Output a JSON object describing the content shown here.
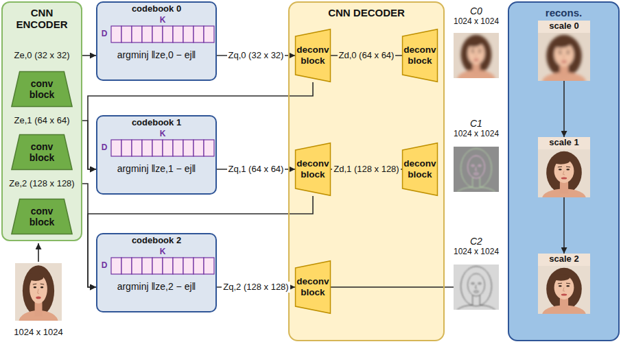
{
  "diagram": {
    "nodes": [
      {
        "text": [
          "CNN ENCODER",
          "Ze,0 (32 x 32)",
          "Ze,1 (64 x 64)",
          "Ze,2 (128 x 128)"
        ]
      },
      {
        "text": [
          "conv block"
        ],
        "in": 0
      },
      {
        "text": [
          "conv block"
        ],
        "in": 0
      },
      {
        "text": [
          "conv block"
        ],
        "in": 0
      },
      {
        "text": [
          "codebook 0",
          "K",
          "D",
          "argminj ‖ze,0 − ej‖"
        ]
      },
      {
        "text": [
          "codebook 1",
          "K",
          "D",
          "argminj ‖ze,1 − ej‖"
        ]
      },
      {
        "text": [
          "codebook 2",
          "K",
          "D",
          "argminj ‖ze,2 − ej‖"
        ]
      },
      {
        "text": [
          "CNN DECODER"
        ]
      },
      {
        "text": [
          "deconv block"
        ],
        "in": 7
      },
      {
        "text": [
          "deconv block"
        ],
        "in": 7
      },
      {
        "text": [
          "deconv block"
        ],
        "in": 7
      },
      {
        "text": [
          "deconv block"
        ],
        "in": 7
      },
      {
        "text": [
          "deconv block"
        ],
        "in": 7
      },
      {
        "text": [
          "recons."
        ]
      },
      {
        "text": [
          "scale 0"
        ],
        "in": 13
      },
      {
        "text": [
          "scale 1"
        ],
        "in": 13
      },
      {
        "text": [
          "scale 2"
        ],
        "in": 13
      }
    ],
    "edges": [
      {
        "from": 0,
        "to": 4,
        "arrow": "to"
      },
      {
        "from": 4,
        "to": 8,
        "label": "Zq,0 (32 x 32)",
        "arrow": "to"
      },
      {
        "from": 8,
        "to": 9,
        "label": "Zd,0 (64 x 64)",
        "arrow": "none"
      },
      {
        "from": 0,
        "to": 5,
        "arrow": "to"
      },
      {
        "from": 8,
        "to": 5,
        "arrow": "to"
      },
      {
        "from": 5,
        "to": 10,
        "label": "Zq,1 (64 x 64)",
        "arrow": "to"
      },
      {
        "from": 10,
        "to": 11,
        "label": "Zd,1 (128 x 128)",
        "arrow": "none"
      },
      {
        "from": 0,
        "to": 6,
        "arrow": "to"
      },
      {
        "from": 10,
        "to": 6,
        "arrow": "to"
      },
      {
        "from": 6,
        "to": 12,
        "label": "Zq,2 (128 x 128)",
        "arrow": "to"
      },
      {
        "from": 14,
        "to": 15,
        "arrow": "to"
      },
      {
        "from": 15,
        "to": 16,
        "arrow": "to"
      }
    ],
    "labels": [
      "1024 x 1024",
      "C0",
      "1024 x 1024",
      "C1",
      "1024 x 1024",
      "C2",
      "1024 x 1024"
    ]
  }
}
